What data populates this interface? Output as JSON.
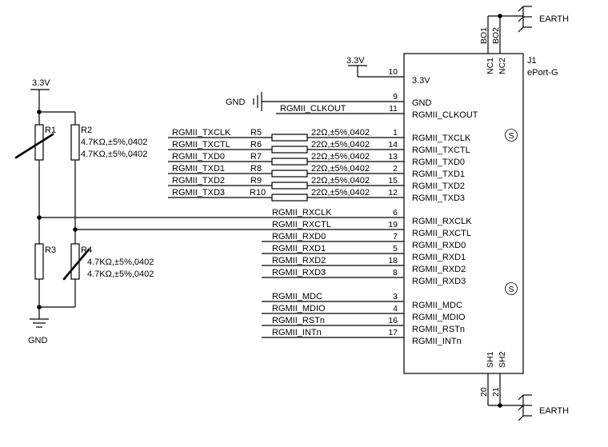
{
  "connector": {
    "ref": "J1",
    "name": "ePort-G",
    "pins_left": [
      {
        "num": "10",
        "label": "3.3V"
      },
      {
        "num": "9",
        "label": "GND"
      },
      {
        "num": "11",
        "label": "RGMII_CLKOUT"
      },
      {
        "num": "1",
        "label": "RGMII_TXCLK"
      },
      {
        "num": "14",
        "label": "RGMII_TXCTL"
      },
      {
        "num": "13",
        "label": "RGMII_TXD0"
      },
      {
        "num": "2",
        "label": "RGMII_TXD1"
      },
      {
        "num": "15",
        "label": "RGMII_TXD2"
      },
      {
        "num": "12",
        "label": "RGMII_TXD3"
      },
      {
        "num": "6",
        "label": "RGMII_RXCLK"
      },
      {
        "num": "19",
        "label": "RGMII_RXCTL"
      },
      {
        "num": "7",
        "label": "RGMII_RXD0"
      },
      {
        "num": "5",
        "label": "RGMII_RXD1"
      },
      {
        "num": "18",
        "label": "RGMII_RXD2"
      },
      {
        "num": "8",
        "label": "RGMII_RXD3"
      },
      {
        "num": "3",
        "label": "RGMII_MDC"
      },
      {
        "num": "4",
        "label": "RGMII_MDIO"
      },
      {
        "num": "16",
        "label": "RGMII_RSTn"
      },
      {
        "num": "17",
        "label": "RGMII_INTn"
      }
    ],
    "top_pins": [
      {
        "label": "NC1",
        "net": "BO1"
      },
      {
        "label": "NC2",
        "net": "BO2"
      }
    ],
    "bottom_pins": [
      {
        "label": "SH1",
        "num": "20"
      },
      {
        "label": "SH2",
        "num": "21"
      }
    ],
    "shield_mark": "S"
  },
  "earth_label": "EARTH",
  "gnd_label": "GND",
  "power_label": "3.3V",
  "series_resistors": [
    {
      "ref": "R5",
      "net": "RGMII_TXCLK",
      "value": "22Ω,±5%,0402",
      "pin": "1"
    },
    {
      "ref": "R6",
      "net": "RGMII_TXCTL",
      "value": "22Ω,±5%,0402",
      "pin": "14"
    },
    {
      "ref": "R7",
      "net": "RGMII_TXD0",
      "value": "22Ω,±5%,0402",
      "pin": "13"
    },
    {
      "ref": "R8",
      "net": "RGMII_TXD1",
      "value": "22Ω,±5%,0402",
      "pin": "2"
    },
    {
      "ref": "R9",
      "net": "RGMII_TXD2",
      "value": "22Ω,±5%,0402",
      "pin": "15"
    },
    {
      "ref": "R10",
      "net": "RGMII_TXD3",
      "value": "22Ω,±5%,0402",
      "pin": "12"
    }
  ],
  "rx_nets": [
    {
      "net": "RGMII_RXCLK",
      "pin": "6"
    },
    {
      "net": "RGMII_RXCTL",
      "pin": "19"
    },
    {
      "net": "RGMII_RXD0",
      "pin": "7"
    },
    {
      "net": "RGMII_RXD1",
      "pin": "5"
    },
    {
      "net": "RGMII_RXD2",
      "pin": "18"
    },
    {
      "net": "RGMII_RXD3",
      "pin": "8"
    },
    {
      "net": "RGMII_MDC",
      "pin": "3"
    },
    {
      "net": "RGMII_MDIO",
      "pin": "4"
    },
    {
      "net": "RGMII_RSTn",
      "pin": "16"
    },
    {
      "net": "RGMII_INTn",
      "pin": "17"
    }
  ],
  "clkout_net": "RGMII_CLKOUT",
  "divider": {
    "r1": "R1",
    "r2": "R2",
    "r3": "R3",
    "r4": "R4",
    "r2_value_1": "4.7KΩ,±5%,0402",
    "r2_value_2": "4.7KΩ,±5%,0402",
    "r4_value_1": "4.7KΩ,±5%,0402",
    "r4_value_2": "4.7KΩ,±5%,0402"
  }
}
